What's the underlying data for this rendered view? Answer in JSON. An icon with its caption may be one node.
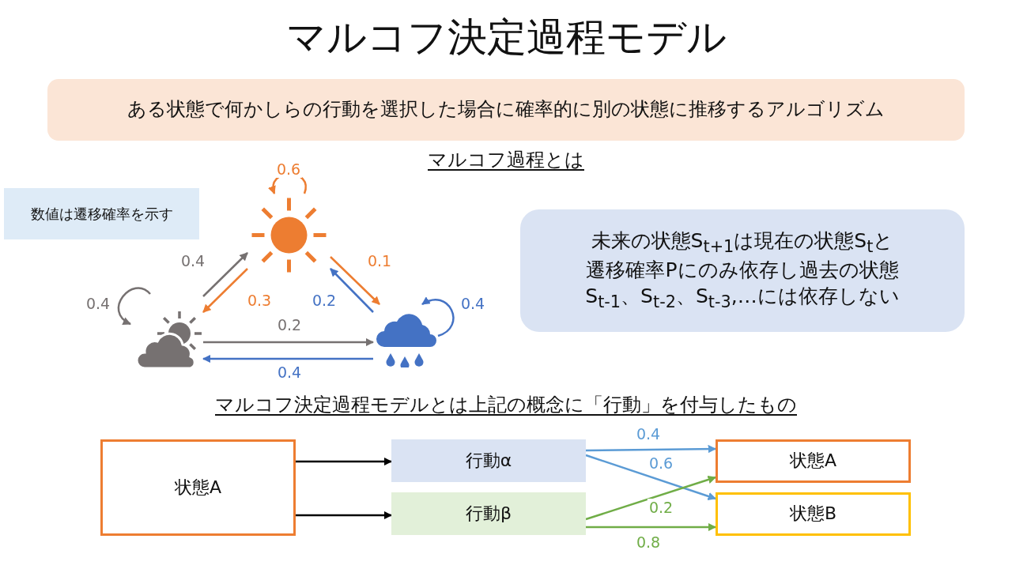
{
  "diagram": {
    "title": "マルコフ決定過程モデル",
    "nodes": [
      {
        "text": [
          "ある状態で何かしらの行動を選択した場合に確率的に別の状態に推移するアルゴリズム"
        ]
      },
      {
        "text": [
          "数値は遷移確率を示す"
        ]
      },
      {
        "text": [],
        "shape": "sun"
      },
      {
        "text": [],
        "shape": "cloud"
      },
      {
        "text": [],
        "shape": "cloud"
      },
      {
        "text": [
          "未来の状態S$_{t+1}$は現在の状態S$_{t}$と遷移確率Pにのみ依存し過去の状態S$_{t-1}$、S$_{t-2}$、S$_{t-3}$,…には依存しない"
        ]
      },
      {
        "text": [
          "状態A"
        ]
      },
      {
        "text": [
          "行動α"
        ]
      },
      {
        "text": [
          "行動β"
        ]
      },
      {
        "text": [
          "状態A"
        ]
      },
      {
        "text": [
          "状態B"
        ]
      }
    ],
    "edges": [
      {
        "from": 2,
        "to": 2,
        "arrow": "to",
        "label": "0.6",
        "color": "#ed7d31"
      },
      {
        "from": 3,
        "to": 2,
        "arrow": "to",
        "label": "0.4",
        "color": "#767171"
      },
      {
        "from": 2,
        "to": 3,
        "arrow": "to",
        "label": "0.3",
        "color": "#ed7d31"
      },
      {
        "from": 2,
        "to": 4,
        "arrow": "to",
        "label": "0.1",
        "color": "#ed7d31"
      },
      {
        "from": 4,
        "to": 2,
        "arrow": "to",
        "label": "0.2",
        "color": "#4472c4"
      },
      {
        "from": 4,
        "to": 4,
        "arrow": "to",
        "label": "0.4",
        "color": "#4472c4"
      },
      {
        "from": 3,
        "to": 3,
        "arrow": "to",
        "label": "0.4",
        "color": "#767171"
      },
      {
        "from": 3,
        "to": 4,
        "arrow": "to",
        "label": "0.2",
        "color": "#767171"
      },
      {
        "from": 4,
        "to": 3,
        "arrow": "to",
        "label": "0.4",
        "color": "#4472c4"
      },
      {
        "from": 6,
        "to": 7,
        "arrow": "to",
        "color": "#000000"
      },
      {
        "from": 6,
        "to": 8,
        "arrow": "to",
        "color": "#000000"
      },
      {
        "from": 7,
        "to": 9,
        "arrow": "to",
        "label": "0.4",
        "color": "#5b9bd5"
      },
      {
        "from": 7,
        "to": 10,
        "arrow": "to",
        "label": "0.6",
        "color": "#5b9bd5"
      },
      {
        "from": 8,
        "to": 9,
        "arrow": "to",
        "label": "0.2",
        "color": "#70ad47"
      },
      {
        "from": 8,
        "to": 10,
        "arrow": "to",
        "label": "0.8",
        "color": "#70ad47"
      }
    ],
    "labels": [
      "マルコフ過程とは",
      "マルコフ決定過程モデルとは上記の概念に「行動」を付与したもの"
    ]
  }
}
